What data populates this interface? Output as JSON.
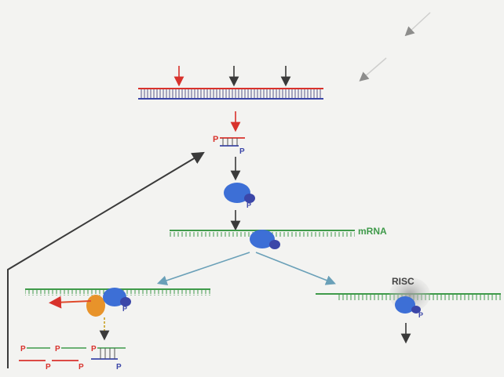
{
  "labels": {
    "mrna": "mRNA",
    "risc": "RISC",
    "phosphate": "P"
  },
  "colors": {
    "sense_strand": "#d8322c",
    "antisense_strand": "#3b46a8",
    "mrna_strand": "#3f9a4a",
    "risc_protein": "#3d6fd6",
    "fragment_red": "#e04a2c",
    "fragment_orange": "#e8932a",
    "arrow_dark": "#3a3a3a",
    "arrow_teal": "#6aa0b8",
    "background": "#f3f3f1"
  }
}
